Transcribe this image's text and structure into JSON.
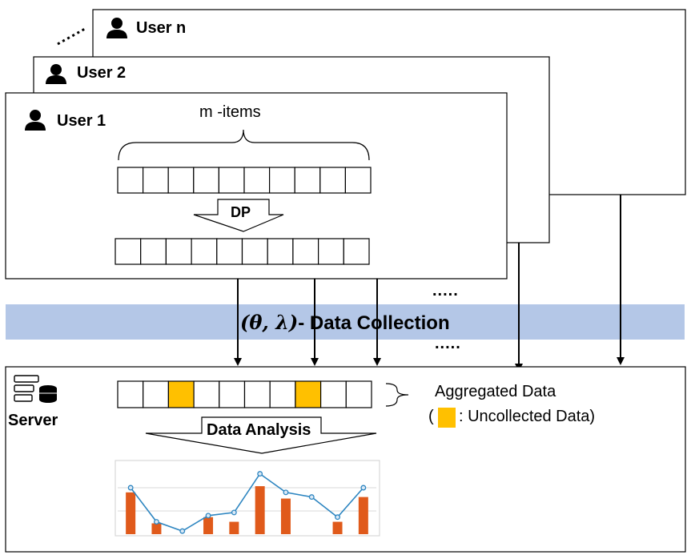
{
  "users": {
    "user1": "User 1",
    "user2": "User 2",
    "usern": "User n"
  },
  "items_label": "m -items",
  "dp_label": "DP",
  "collection_label_symbols": "(θ, λ)",
  "collection_label_text": "- Data Collection",
  "dots": ".....",
  "server_label": "Server",
  "aggregated_label": "Aggregated Data",
  "uncollected_label": ":  Uncollected Data)",
  "uncollected_open": "(",
  "analysis_label": "Data Analysis",
  "colors": {
    "band": "#b4c7e7",
    "uncollected": "#ffc000",
    "bar": "#e05a1b",
    "line": "#2e86c1"
  },
  "uncollected_cells": [
    2,
    7
  ],
  "chart_data": {
    "type": "bar",
    "values": [
      2.7,
      0.7,
      null,
      1.1,
      0.8,
      3.1,
      2.3,
      null,
      0.8,
      2.4
    ],
    "line_values": [
      3.0,
      0.8,
      0.2,
      1.2,
      1.4,
      3.9,
      2.7,
      2.4,
      1.1,
      3.0
    ],
    "ylim": [
      0,
      4.5
    ],
    "grid": true
  }
}
